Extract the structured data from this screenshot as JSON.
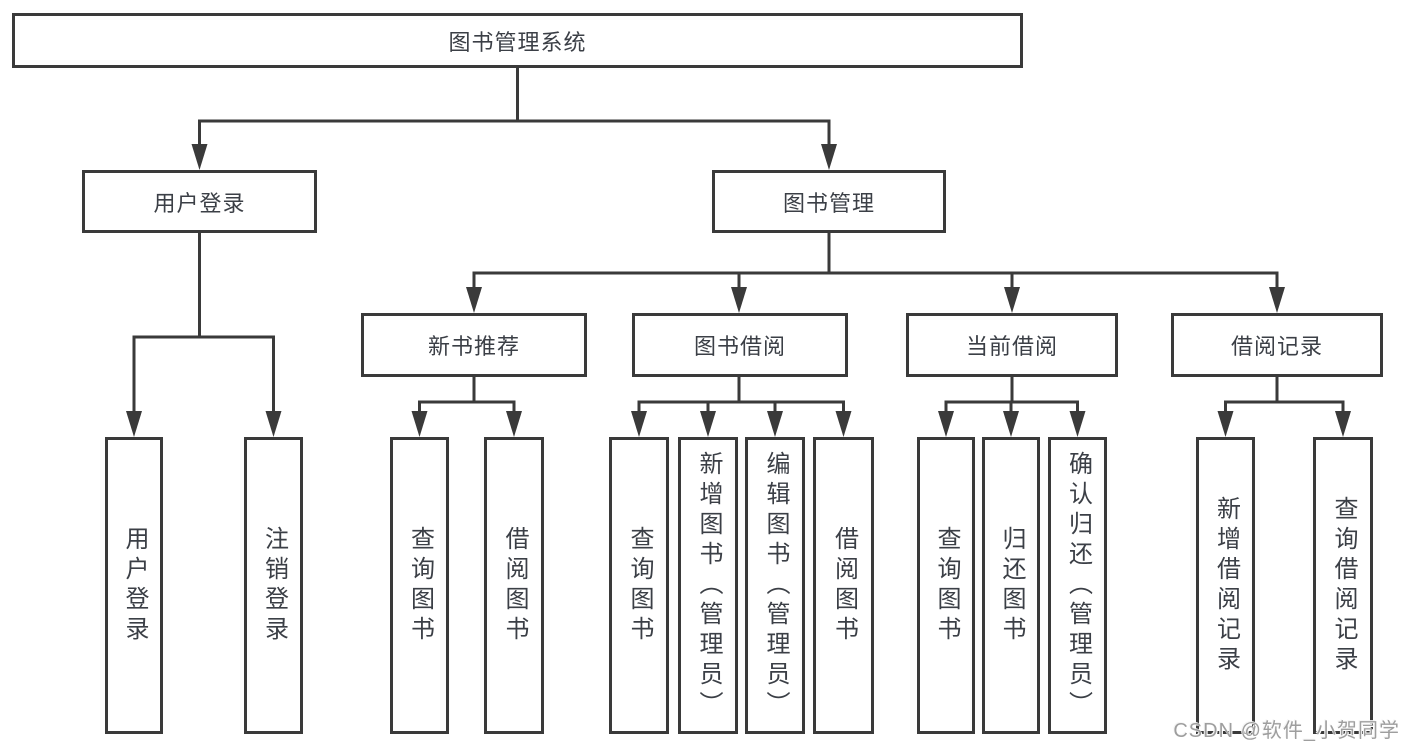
{
  "tree": {
    "root": {
      "label": "图书管理系统"
    },
    "branches": [
      {
        "label": "用户登录",
        "children": [
          {
            "label": "用户登录"
          },
          {
            "label": "注销登录"
          }
        ]
      },
      {
        "label": "图书管理",
        "children": [
          {
            "label": "新书推荐",
            "children": [
              {
                "label": "查询图书"
              },
              {
                "label": "借阅图书"
              }
            ]
          },
          {
            "label": "图书借阅",
            "children": [
              {
                "label": "查询图书"
              },
              {
                "label": "新增图书（管理员）"
              },
              {
                "label": "编辑图书（管理员）"
              },
              {
                "label": "借阅图书"
              }
            ]
          },
          {
            "label": "当前借阅",
            "children": [
              {
                "label": "查询图书"
              },
              {
                "label": "归还图书"
              },
              {
                "label": "确认归还（管理员）"
              }
            ]
          },
          {
            "label": "借阅记录",
            "children": [
              {
                "label": "新增借阅记录"
              },
              {
                "label": "查询借阅记录"
              }
            ]
          }
        ]
      }
    ]
  },
  "watermark": {
    "text": "CSDN @软件_小贺同学",
    "color": "#9e9e9e"
  },
  "colors": {
    "line": "#3a3a3a",
    "text": "#3b3f46",
    "background": "#ffffff"
  }
}
